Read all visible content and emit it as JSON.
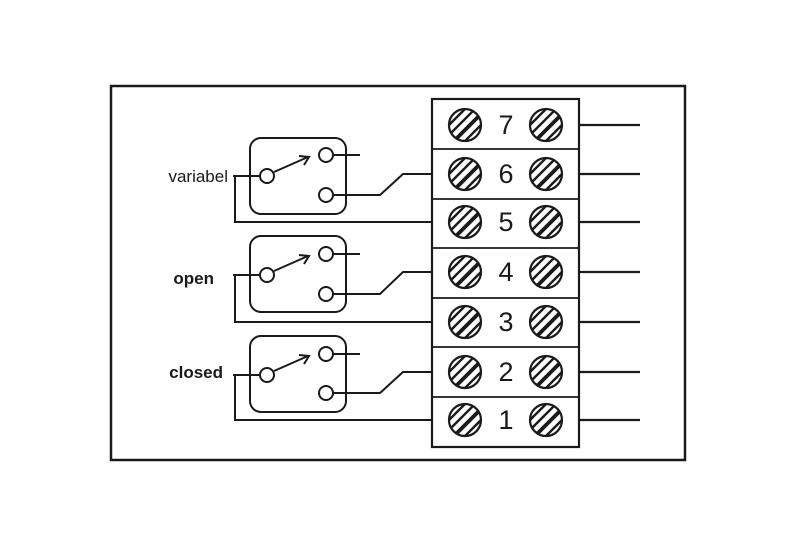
{
  "terminal_block": {
    "numbers": [
      "7",
      "6",
      "5",
      "4",
      "3",
      "2",
      "1"
    ]
  },
  "switches": [
    {
      "label": "variabel",
      "bold": false
    },
    {
      "label": "open",
      "bold": true
    },
    {
      "label": "closed",
      "bold": true
    }
  ],
  "colors": {
    "line": "#1a1a1a",
    "background": "#ffffff"
  }
}
